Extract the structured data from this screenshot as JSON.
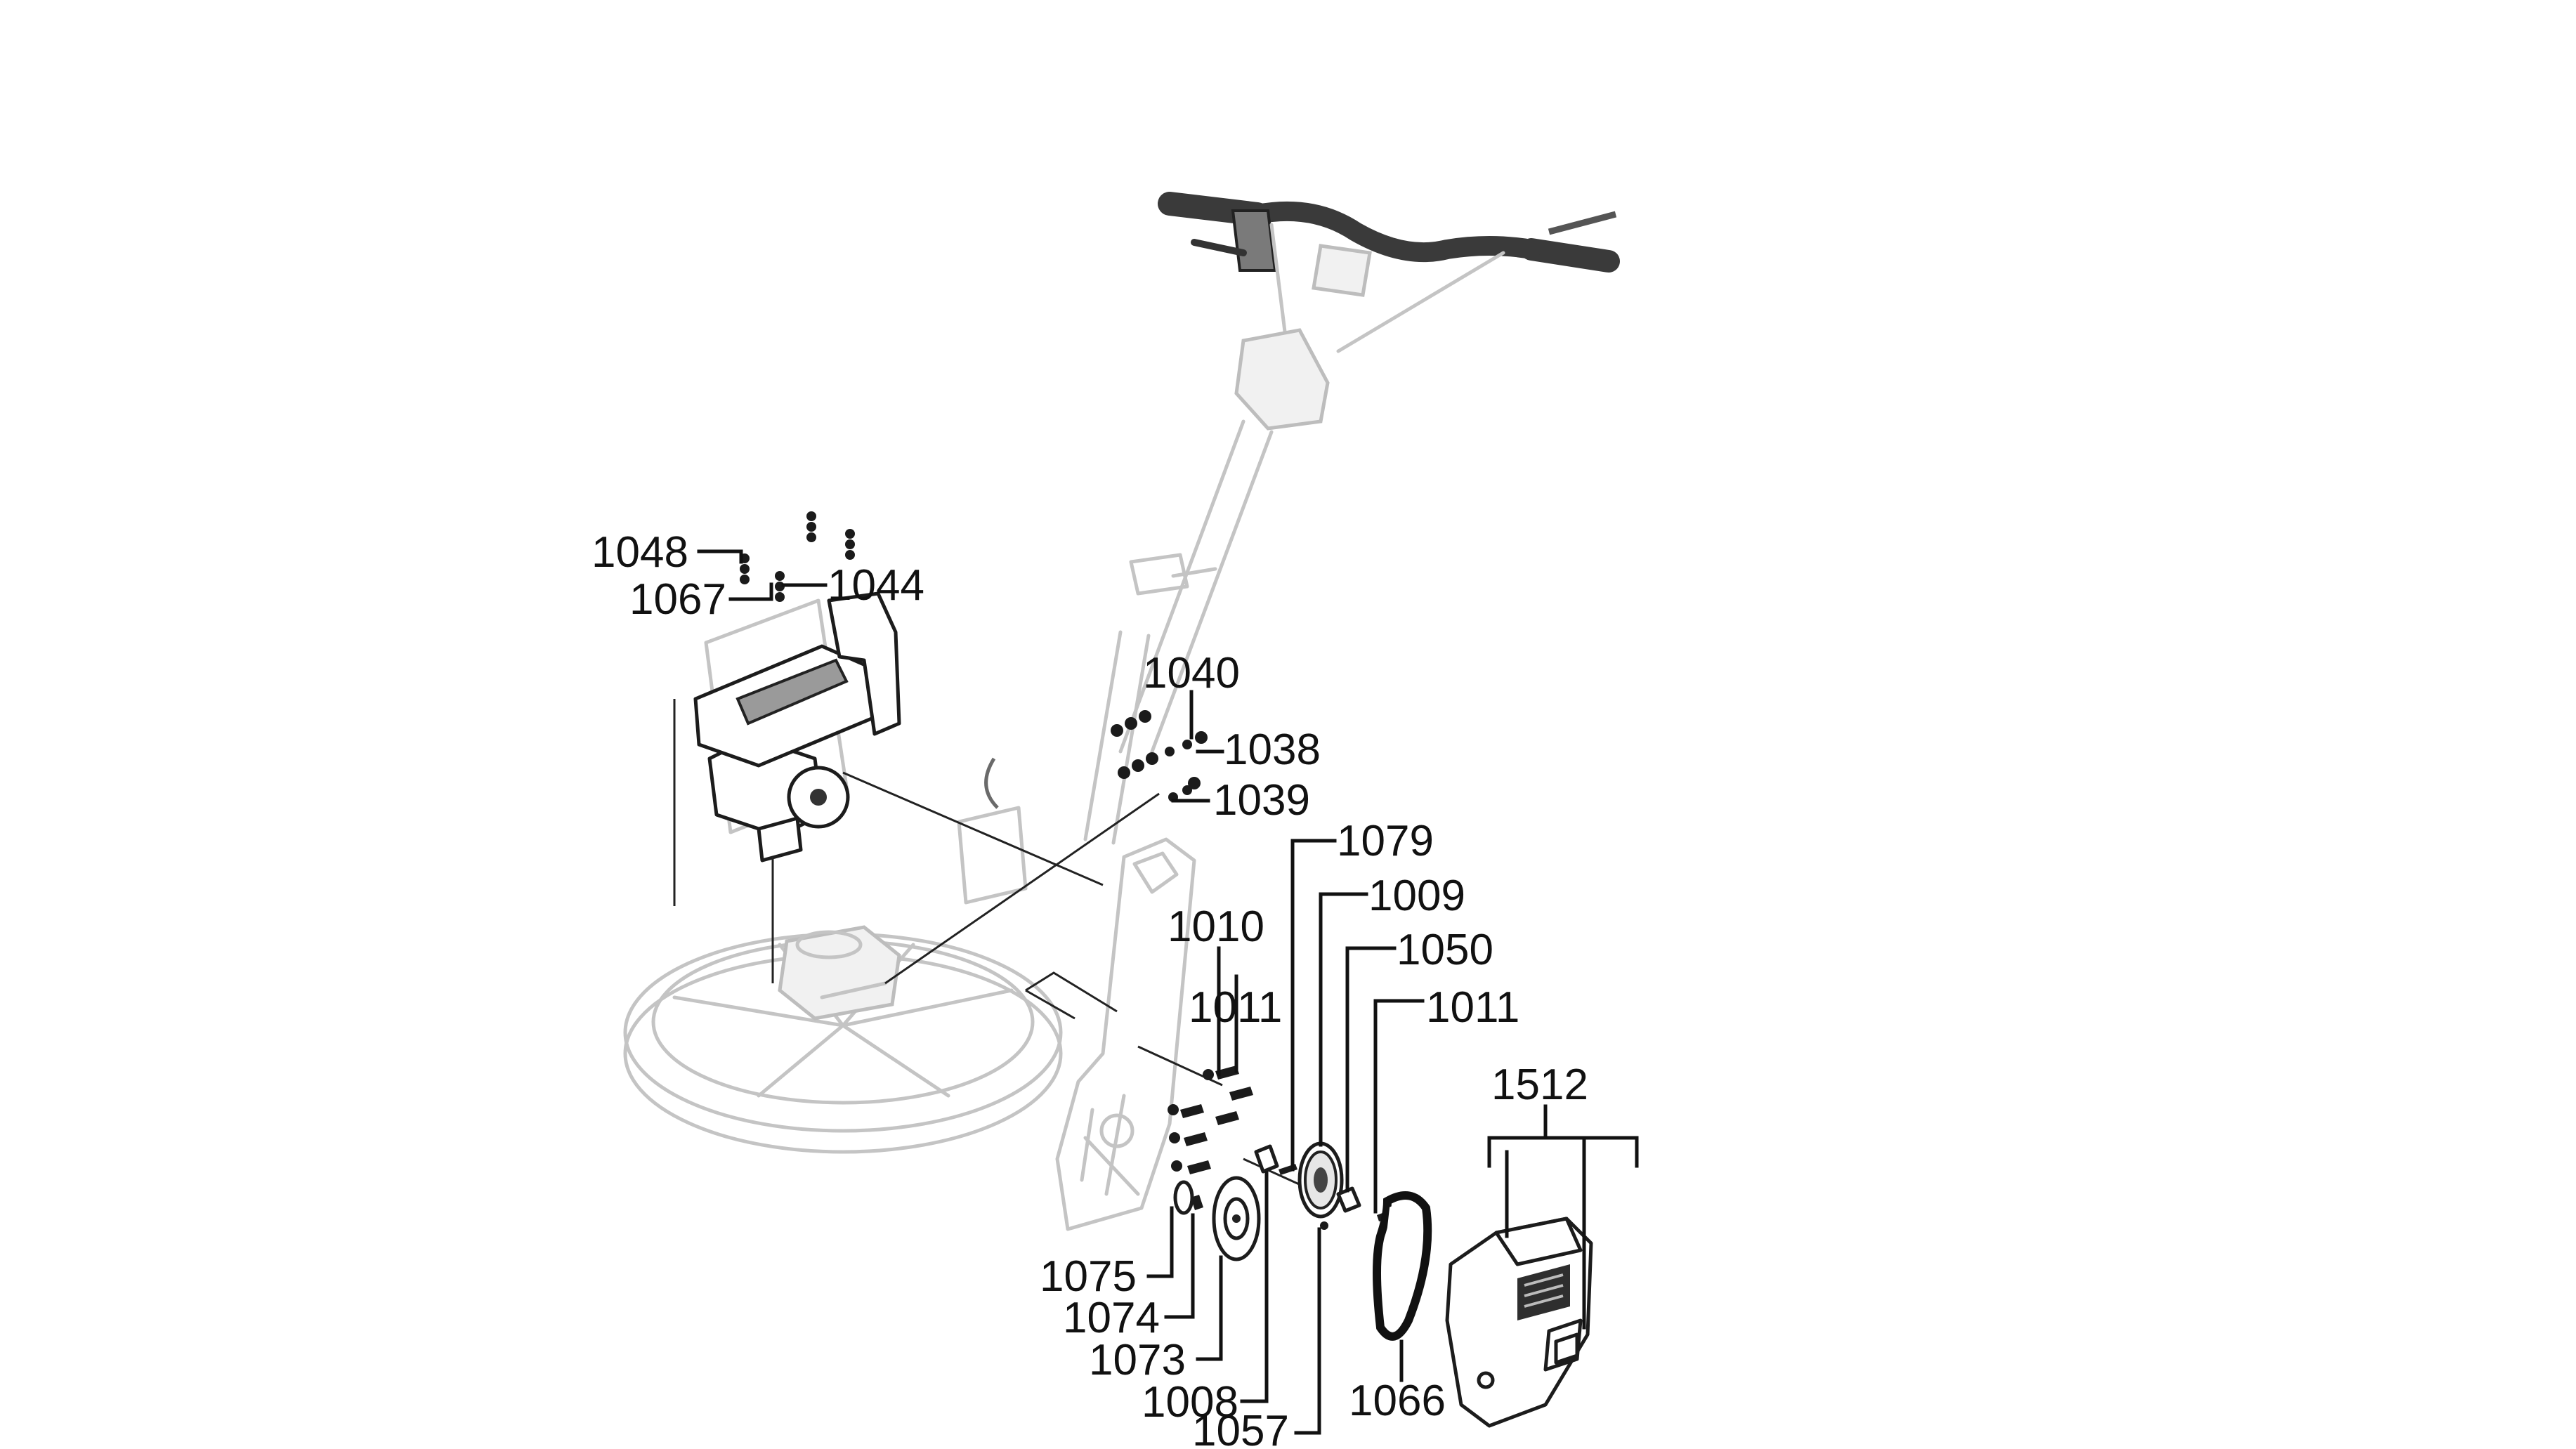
{
  "diagram": {
    "callouts": {
      "c1048": "1048",
      "c1067": "1067",
      "c1044": "1044",
      "c1040": "1040",
      "c1038": "1038",
      "c1039": "1039",
      "c1079": "1079",
      "c1009": "1009",
      "c1050": "1050",
      "c1010": "1010",
      "c1011a": "1011",
      "c1011b": "1011",
      "c1512": "1512",
      "c1075": "1075",
      "c1074": "1074",
      "c1073": "1073",
      "c1008": "1008",
      "c1057": "1057",
      "c1066": "1066"
    }
  }
}
